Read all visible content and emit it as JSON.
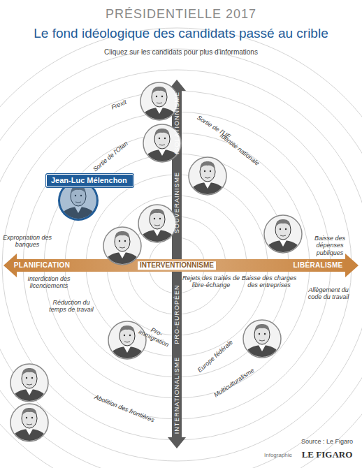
{
  "diagram": {
    "title": "PRÉSIDENTIELLE 2017",
    "nodes": [
      {
        "text": [
          "Jean-Luc Mélenchon"
        ]
      }
    ],
    "labels": [
      "Le fond idéologique des candidats passé au crible",
      "Cliquez sur les candidats pour plus d'informations",
      "Frexit",
      "Sortie de l'UE",
      "Identité nationale",
      "Sortie de l'Otan",
      "ISOLATIONNISME",
      "SOUVERAINISME",
      "Expropriation des banques",
      "PLANIFICATION",
      "INTERVENTIONNISME",
      "LIBÉRALISME",
      "Baisse des dépenses publiques",
      "Interdiction des licenciements",
      "Rejets des traités de libre-échange",
      "Baisse des charges des entreprises",
      "Allègement du code du travail",
      "Réduction du temps de travail",
      "PRO-EUROPÉEN",
      "INTERNATIONALISME",
      "Pro-immigration",
      "Europe fédérale",
      "Multiculturalisme",
      "Abolition des frontières",
      "Source : Le Figaro",
      "Infographie",
      "LE FIGARO"
    ]
  }
}
